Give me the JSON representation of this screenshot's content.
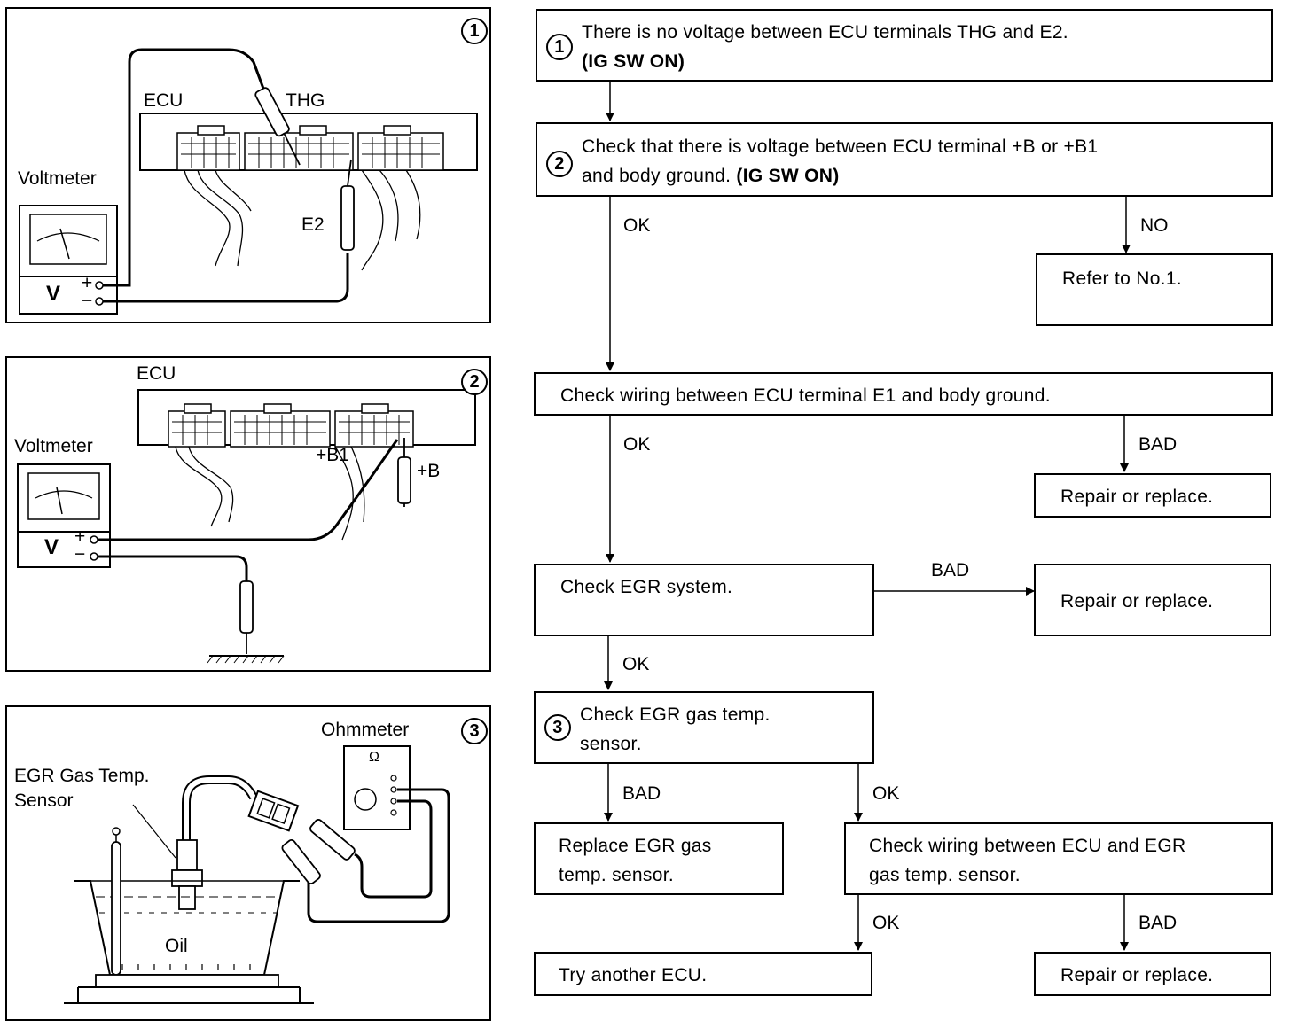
{
  "panel1": {
    "number": "1",
    "ecu_label": "ECU",
    "thg_label": "THG",
    "voltmeter_label": "Voltmeter",
    "e2_label": "E2",
    "v_label": "V",
    "plus": "+",
    "minus": "−"
  },
  "panel2": {
    "number": "2",
    "ecu_label": "ECU",
    "voltmeter_label": "Voltmeter",
    "b1_label": "+B1",
    "b_label": "+B",
    "v_label": "V",
    "plus": "+",
    "minus": "−"
  },
  "panel3": {
    "number": "3",
    "ohmmeter_label": "Ohmmeter",
    "ohm_symbol": "Ω",
    "sensor_label_line1": "EGR Gas Temp.",
    "sensor_label_line2": "Sensor",
    "oil_label": "Oil"
  },
  "flow": {
    "step1": {
      "number": "1",
      "line1": "There is no voltage between ECU terminals THG and E2.",
      "line2": "(IG SW ON)"
    },
    "step2": {
      "number": "2",
      "line1": "Check that there is voltage between ECU terminal  +B or  +B1",
      "line2_a": "and body ground. ",
      "line2_b": "(IG SW ON)"
    },
    "step2_ok": "OK",
    "step2_no": "NO",
    "refer": "Refer to No.1.",
    "step3": "Check wiring between ECU terminal E1 and body ground.",
    "step3_ok": "OK",
    "step3_bad": "BAD",
    "repair1": "Repair or replace.",
    "step4": "Check EGR system.",
    "step4_bad": "BAD",
    "repair2": "Repair or replace.",
    "step4_ok": "OK",
    "step5": {
      "number": "3",
      "line1": "Check EGR gas temp.",
      "line2": "sensor."
    },
    "step5_bad": "BAD",
    "step5_ok": "OK",
    "replace": {
      "line1": "Replace EGR gas",
      "line2": "temp. sensor."
    },
    "step6": {
      "line1": "Check wiring between ECU and EGR",
      "line2": "gas temp. sensor."
    },
    "step6_ok": "OK",
    "step6_bad": "BAD",
    "try_ecu": "Try another ECU.",
    "repair3": "Repair or replace."
  }
}
